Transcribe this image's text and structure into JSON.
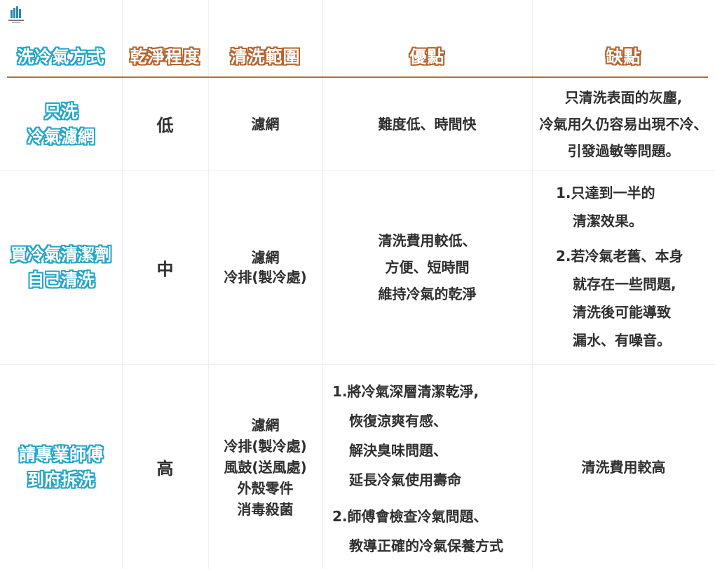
{
  "headers": {
    "method": "洗冷氣方式",
    "clean_level": "乾淨程度",
    "clean_scope": "清洗範圍",
    "pros": "優點",
    "cons": "缺點"
  },
  "rows": [
    {
      "method": [
        "只洗",
        "冷氣濾網"
      ],
      "level": "低",
      "scope": [
        "濾網"
      ],
      "pros": [
        "難度低、時間快"
      ],
      "cons": [
        "只清洗表面的灰塵,",
        "冷氣用久仍容易出現不冷、",
        "引發過敏等問題。"
      ]
    },
    {
      "method": [
        "買冷氣清潔劑",
        "自己清洗"
      ],
      "level": "中",
      "scope": [
        "濾網",
        "冷排(製冷處)"
      ],
      "pros": [
        "清洗費用較低、",
        "方便、短時間",
        "維持冷氣的乾淨"
      ],
      "cons": {
        "item1": [
          "1.只達到一半的",
          "清潔效果。"
        ],
        "item2": [
          "2.若冷氣老舊、本身",
          "就存在一些問題,",
          "清洗後可能導致",
          "漏水、有噪音。"
        ]
      }
    },
    {
      "method": [
        "請專業師傅",
        "到府拆洗"
      ],
      "level": "高",
      "scope": [
        "濾網",
        "冷排(製冷處)",
        "風鼓(送風處)",
        "外殼零件",
        "消毒殺菌"
      ],
      "pros": {
        "item1": [
          "1.將冷氣深層清潔乾淨,",
          "恢復涼爽有感、",
          "解決臭味問題、",
          "延長冷氣使用壽命"
        ],
        "item2": [
          "2.師傅會檢查冷氣問題、",
          "教導正確的冷氣保養方式"
        ]
      },
      "cons": [
        "清洗費用較高"
      ]
    }
  ],
  "colors": {
    "method_outline": "#23a6c7",
    "header_outline": "#b4652f",
    "rule": "#bc6a3a"
  },
  "logo_icon": "building-logo-icon"
}
